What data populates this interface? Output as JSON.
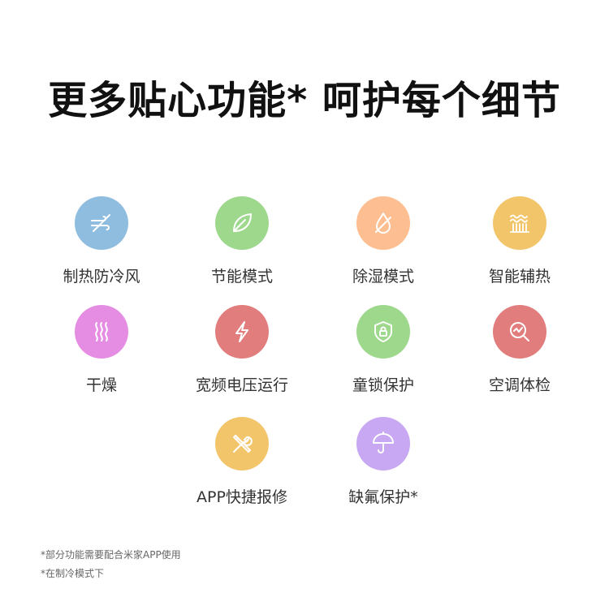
{
  "title": "更多贴心功能* 呵护每个细节",
  "features": [
    {
      "label": "制热防冷风",
      "icon": "no-cold-wind-icon",
      "color": "#8FBDE0"
    },
    {
      "label": "节能模式",
      "icon": "leaf-icon",
      "color": "#9ED88D"
    },
    {
      "label": "除湿模式",
      "icon": "no-droplet-icon",
      "color": "#FDBF91"
    },
    {
      "label": "智能辅热",
      "icon": "heat-waves-icon",
      "color": "#F2C56B"
    },
    {
      "label": "干燥",
      "icon": "steam-icon",
      "color": "#E58DE3"
    },
    {
      "label": "宽频电压运行",
      "icon": "lightning-icon",
      "color": "#E27D7D"
    },
    {
      "label": "童锁保护",
      "icon": "shield-lock-icon",
      "color": "#9ED88D"
    },
    {
      "label": "空调体检",
      "icon": "diagnostic-magnifier-icon",
      "color": "#E27D7D"
    },
    {
      "label": "APP快捷报修",
      "icon": "repair-tools-icon",
      "color": "#F2C56B"
    },
    {
      "label": "缺氟保护*",
      "icon": "umbrella-icon",
      "color": "#C8A8F2"
    }
  ],
  "notes": [
    "*部分功能需要配合米家APP使用",
    "*在制冷模式下"
  ]
}
